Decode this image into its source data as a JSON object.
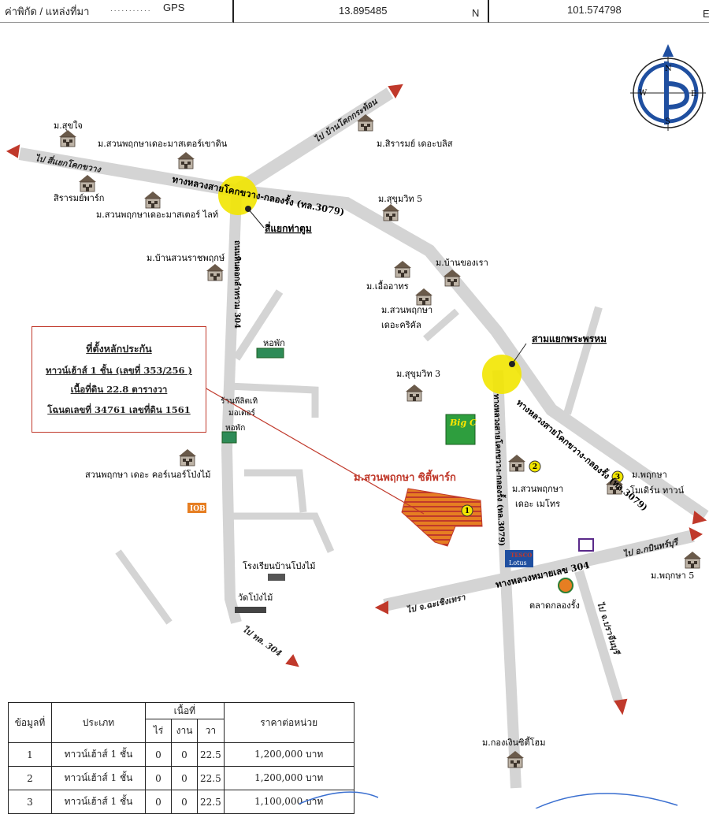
{
  "header": {
    "label": "ค่าพิกัด / แหล่งที่มา",
    "source": "GPS",
    "latitude": "13.895485",
    "lat_unit": "N",
    "longitude": "101.574798",
    "lon_unit": "E"
  },
  "compass": {
    "n": "N",
    "s": "S",
    "e": "E",
    "w": "W"
  },
  "roads": {
    "kok_kwang_main": "ทางหลวงสายโคกขวาง-กลองรั้ง (ทล.3079)",
    "tha_tum_road": "ถนนหินดอกลำทรวม 304",
    "route3079_lower": "ทางหลวงสายโคกขวาง-กลองรั้ง (ทล.3079)",
    "route3079_vertical": "ทางหลวงสายโคกขวาง-กลองรั้ง (ทล.3079)",
    "hwy304": "ทางหลวงหมายเลข 304"
  },
  "directions": {
    "to_kok_kwang": "ไป สี่แยกโคกขวาง",
    "to_ban_kok_krathon": "ไป บ้านโคกกระท้อน",
    "to_tl304": "ไป ทล. 304",
    "to_chachoengsao": "ไป จ.ฉะเชิงเทรา",
    "to_prachinburi": "ไป จ.ปราจีนบุรี",
    "to_kabinburi": "ไป อ.กบินทร์บุรี"
  },
  "junctions": {
    "tha_tum": "สี่แยกท่าตูม",
    "sam_yaek_phrasam": "สามแยกพระพรหม"
  },
  "places": {
    "sukhjai": "ม.สุขใจ",
    "suan_master_khaodin": "ม.สวนพฤกษาเดอะมาสเตอร์เขาดิน",
    "siriram": "ม.สิรารมย์ เดอะบลิส",
    "siriram_park": "สิรารมย์พาร์ก",
    "suan_master_light": "ม.สวนพฤกษาเดอะมาสเตอร์ ไลท์",
    "sukhumvit5": "ม.สุขุมวิท 5",
    "ban_suan_rat": "ม.บ้านสวนราชพฤกษ์",
    "ban_khong_rao": "ม.บ้านของเรา",
    "ueaarthorn": "ม.เอื้ออาทร",
    "suan_cricket_1": "ม.สวนพฤกษา",
    "suan_cricket_2": "เดอะคริคัล",
    "dorm1": "หอพัก",
    "sukhumvit3": "ม.สุขุมวิท 3",
    "shop_1": "ร้านพีลิตเทิ",
    "shop_2": "มอเตอร์",
    "dorm2": "หอพัก",
    "corner": "สวนพฤกษา เดอะ คอร์เนอร์โป่งไม้",
    "metro_1": "ม.สวนพฤกษา",
    "metro_2": "เดอะ เมโทร",
    "modern_1": "ม.พฤกษา",
    "modern_2": "โมเดิร์น ทาวน์",
    "school": "โรงเรียนบ้านโป่งไม้",
    "temple": "วัดโป่งไม้",
    "market": "ตลาดกลองรั้ง",
    "pruksa5": "ม.พฤกษา 5",
    "city_home": "ม.กองเงินซิตี้โฮม",
    "subject": "ม.สวนพฤกษา ซิตี้พาร์ก",
    "big_c": "Big C",
    "lotus_top": "TESCO",
    "lotus_bot": "Lotus",
    "gas": "IOB"
  },
  "markers": [
    "1",
    "2",
    "3"
  ],
  "legend": {
    "line1": "ที่ตั้งหลักประกัน",
    "line2": "ทาวน์เฮ้าส์ 1 ชั้น (เลขที่ 353/256 )",
    "line3": "เนื้อที่ดิน 22.8 ตารางวา",
    "line4": "โฉนดเลขที่ 34761 เลขที่ดิน 1561"
  },
  "table": {
    "h_id": "ข้อมูลที่",
    "h_type": "ประเภท",
    "h_area": "เนื้อที่",
    "h_rai": "ไร่",
    "h_ngan": "งาน",
    "h_wa": "วา",
    "h_price": "ราคาต่อหน่วย",
    "rows": [
      {
        "id": "1",
        "type": "ทาวน์เฮ้าส์ 1 ชั้น",
        "rai": "0",
        "ngan": "0",
        "wa": "22.5",
        "price": "1,200,000 บาท"
      },
      {
        "id": "2",
        "type": "ทาวน์เฮ้าส์ 1 ชั้น",
        "rai": "0",
        "ngan": "0",
        "wa": "22.5",
        "price": "1,200,000 บาท"
      },
      {
        "id": "3",
        "type": "ทาวน์เฮ้าส์ 1 ชั้น",
        "rai": "0",
        "ngan": "0",
        "wa": "22.5",
        "price": "1,100,000 บาท"
      }
    ]
  },
  "colors": {
    "road": "#d4d4d4",
    "red": "#c0392b",
    "junction": "#f2e600",
    "compass": "#1f4fa0"
  }
}
